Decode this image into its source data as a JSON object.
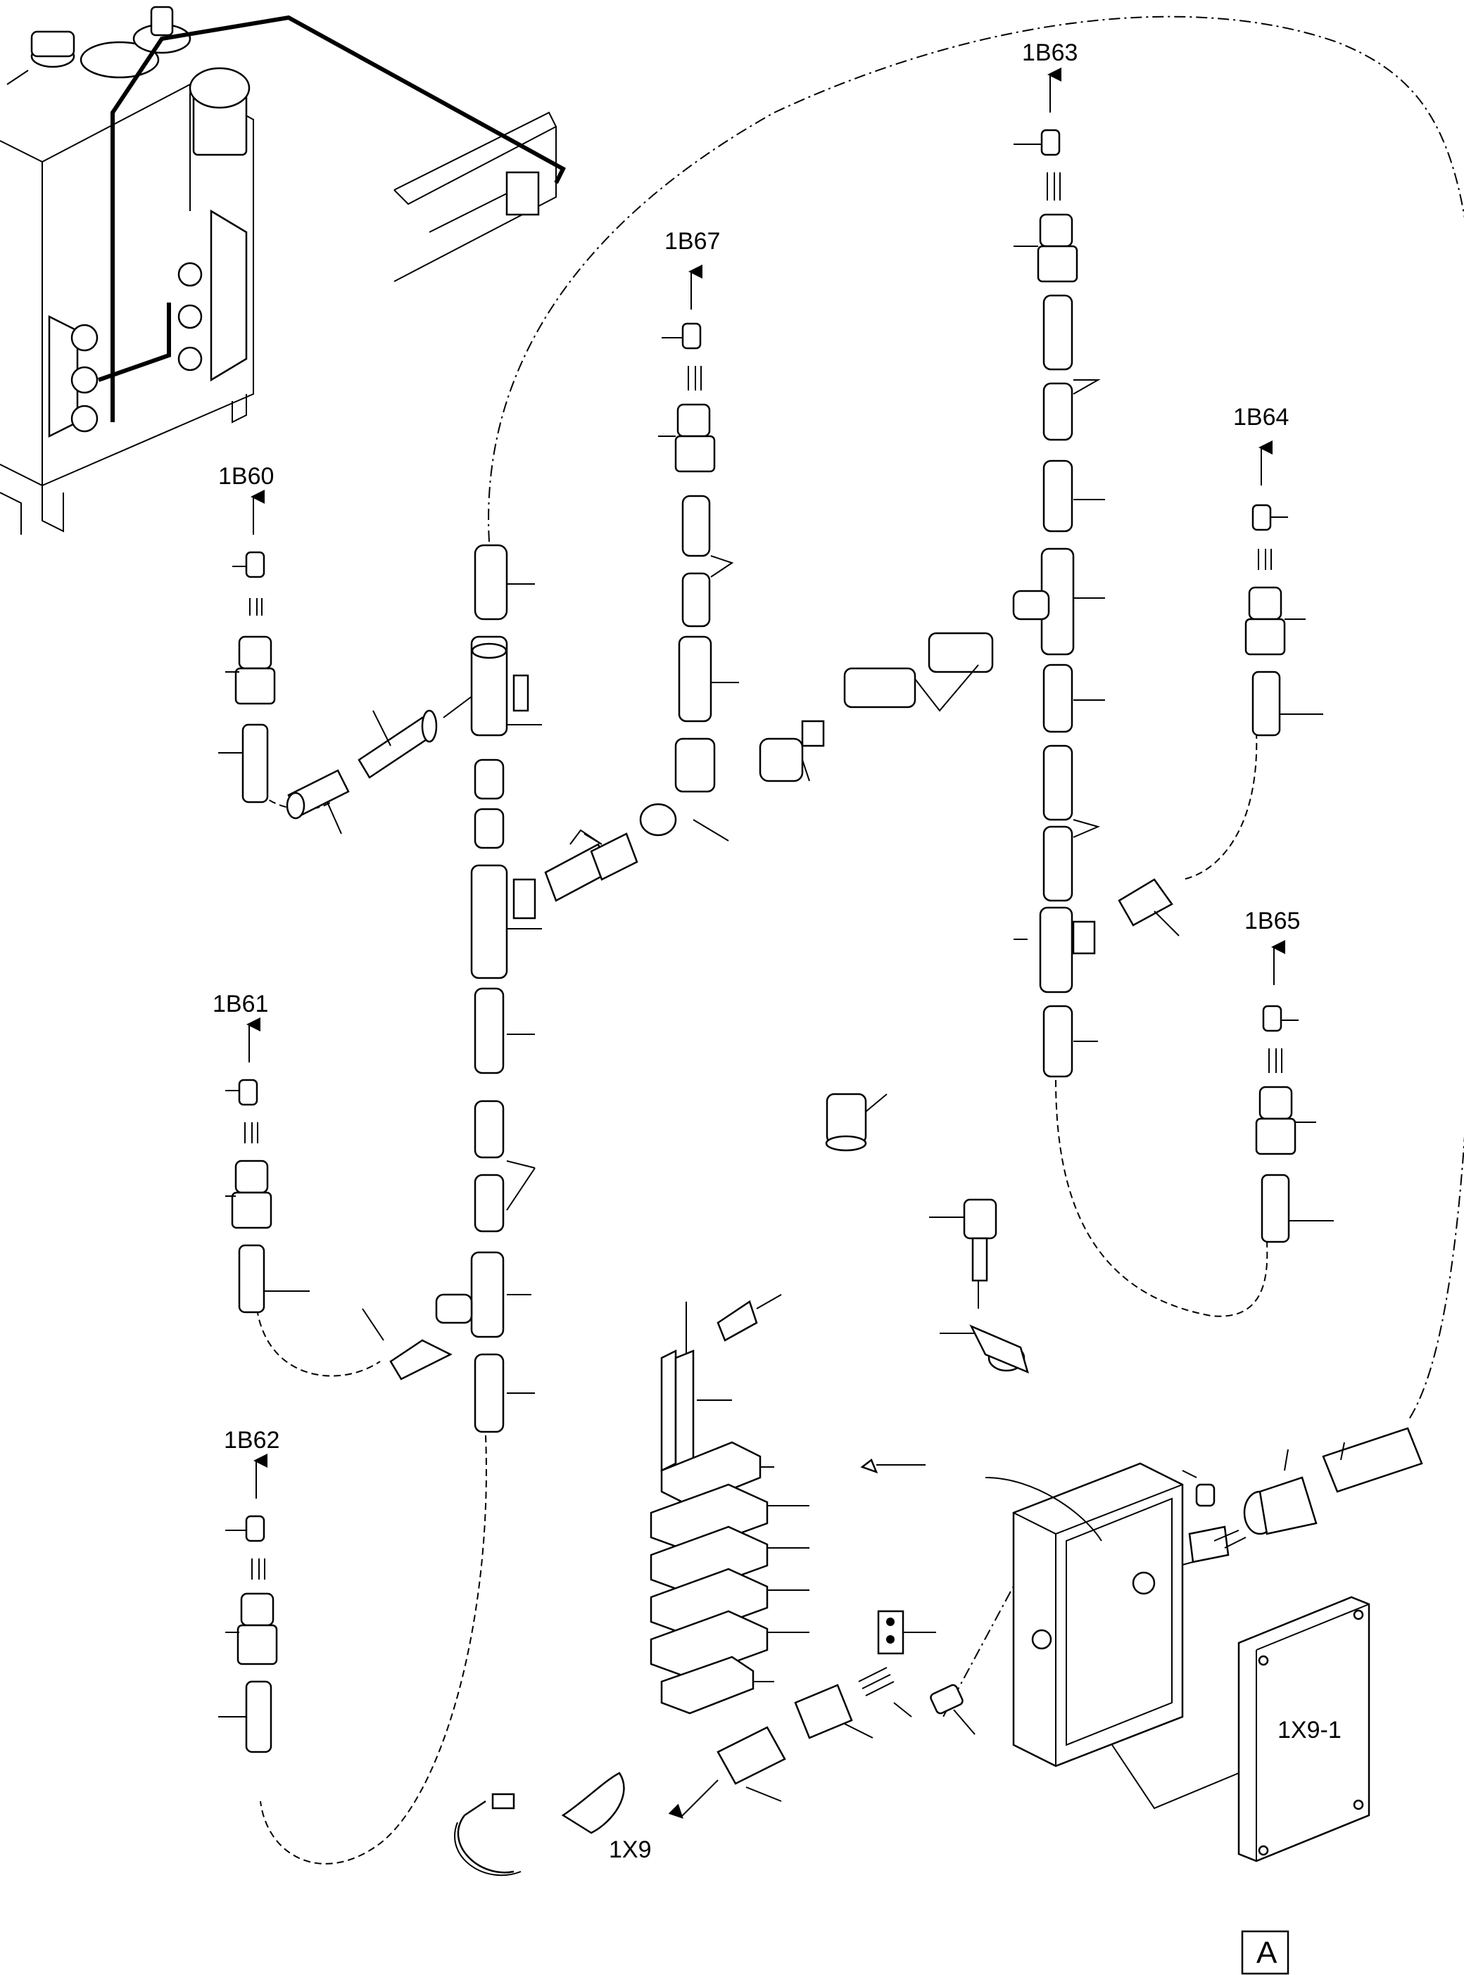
{
  "labels": {
    "sensor_1B60": "1B60",
    "sensor_1B61": "1B61",
    "sensor_1B62": "1B62",
    "sensor_1B63": "1B63",
    "sensor_1B64": "1B64",
    "sensor_1B65": "1B65",
    "sensor_1B67": "1B67",
    "connector_1X9": "1X9",
    "junction_box_cover": "1X9-1",
    "detail_view": "A"
  }
}
